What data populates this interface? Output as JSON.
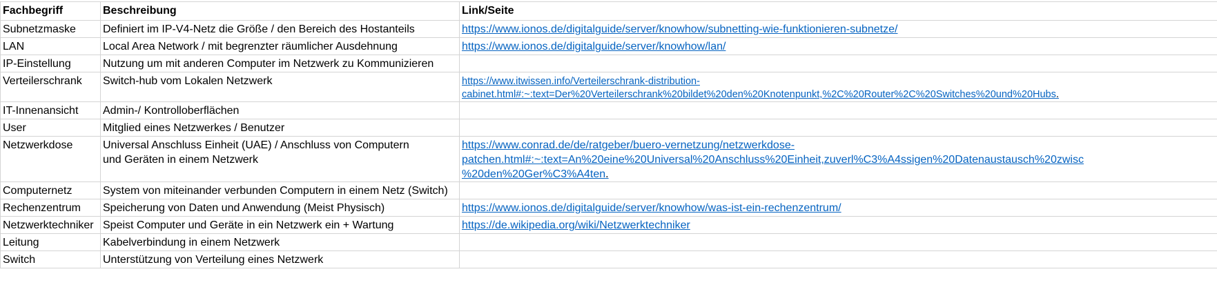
{
  "headers": {
    "term": "Fachbegriff",
    "description": "Beschreibung",
    "link": "Link/Seite"
  },
  "rows": [
    {
      "term": "Subnetzmaske",
      "description": [
        "Definiert im IP-V4-Netz die Größe / den Bereich des Hostanteils"
      ],
      "link": [
        "https://www.ionos.de/digitalguide/server/knowhow/subnetting-wie-funktionieren-subnetze/"
      ],
      "link_suffix": ""
    },
    {
      "term": "LAN",
      "description": [
        "Local Area Network  / mit begrenzter räumlicher Ausdehnung"
      ],
      "link": [
        "https://www.ionos.de/digitalguide/server/knowhow/lan/"
      ],
      "link_suffix": ""
    },
    {
      "term": "IP-Einstellung",
      "description": [
        "Nutzung um mit anderen Computer im Netzwerk zu Kommunizieren"
      ],
      "link": [],
      "link_suffix": ""
    },
    {
      "term": "Verteilerschrank",
      "description": [
        "Switch-hub vom Lokalen Netzwerk"
      ],
      "link": [
        "https://www.itwissen.info/Verteilerschrank-distribution-",
        "cabinet.html#:~:text=Der%20Verteilerschrank%20bildet%20den%20Knotenpunkt,%2C%20Router%2C%20Switches%20und%20Hubs"
      ],
      "link_suffix": "."
    },
    {
      "term": "IT-Innenansicht",
      "description": [
        "Admin-/ Kontrolloberflächen"
      ],
      "link": [],
      "link_suffix": ""
    },
    {
      "term": "User",
      "description": [
        "Mitglied eines Netzwerkes / Benutzer"
      ],
      "link": [],
      "link_suffix": ""
    },
    {
      "term": "Netzwerkdose",
      "description": [
        "Universal Anschluss Einheit (UAE) / Anschluss von Computern",
        "und Geräten in einem Netzwerk"
      ],
      "link": [
        "https://www.conrad.de/de/ratgeber/buero-vernetzung/netzwerkdose-",
        "patchen.html#:~:text=An%20eine%20Universal%20Anschluss%20Einheit,zuverl%C3%A4ssigen%20Datenaustausch%20zwisc",
        "%20den%20Ger%C3%A4ten"
      ],
      "link_suffix": "."
    },
    {
      "term": "Computernetz",
      "description": [
        "System von miteinander verbunden Computern in einem Netz (Switch)"
      ],
      "link": [],
      "link_suffix": ""
    },
    {
      "term": "Rechenzentrum",
      "description": [
        "Speicherung von Daten und Anwendung (Meist Physisch)"
      ],
      "link": [
        "https://www.ionos.de/digitalguide/server/knowhow/was-ist-ein-rechenzentrum/"
      ],
      "link_suffix": ""
    },
    {
      "term": "Netzwerktechniker",
      "description": [
        "Speist Computer und Geräte in ein Netzwerk ein + Wartung"
      ],
      "link": [
        "https://de.wikipedia.org/wiki/Netzwerktechniker"
      ],
      "link_suffix": ""
    },
    {
      "term": "Leitung",
      "description": [
        "Kabelverbindung in einem Netzwerk"
      ],
      "link": [],
      "link_suffix": ""
    },
    {
      "term": "Switch",
      "description": [
        "Unterstützung von Verteilung eines Netzwerk"
      ],
      "link": [],
      "link_suffix": ""
    }
  ],
  "colors": {
    "link": "#0563c1",
    "grid": "#d4d4d4"
  }
}
